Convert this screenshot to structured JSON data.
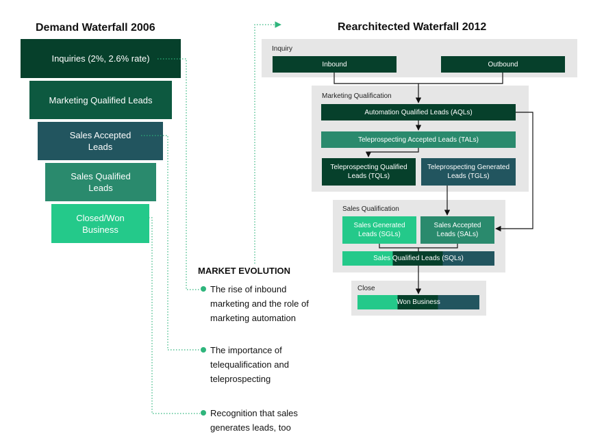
{
  "left": {
    "title": "Demand Waterfall 2006",
    "stages": [
      {
        "label": "Inquiries (2%, 2.6% rate)"
      },
      {
        "label": "Marketing Qualified Leads"
      },
      {
        "label": "Sales Accepted Leads"
      },
      {
        "label": "Sales Qualified Leads"
      },
      {
        "label": "Closed/Won Business"
      }
    ]
  },
  "right": {
    "title": "Rearchitected Waterfall 2012",
    "panels": {
      "inquiry": "Inquiry",
      "marketing": "Marketing Qualification",
      "sales": "Sales Qualification",
      "close": "Close"
    },
    "nodes": {
      "inbound": "Inbound",
      "outbound": "Outbound",
      "aql": "Automation Qualified Leads (AQLs)",
      "tal": "Teleprospecting Accepted Leads (TALs)",
      "tql": "Teleprospecting Qualified Leads (TQLs)",
      "tgl": "Teleprospecting Generated Leads (TGLs)",
      "sgl": "Sales Generated Leads (SGLs)",
      "sal": "Sales Accepted Leads (SALs)",
      "sql": "Sales Qualified Leads (SQLs)",
      "won": "Won Business"
    }
  },
  "evolution": {
    "title": "MARKET EVOLUTION",
    "items": [
      "The rise of inbound marketing and the role of marketing automation",
      "The importance of telequalification and teleprospecting",
      "Recognition that sales generates leads, too"
    ]
  },
  "colors": {
    "dark_green": "#06402b",
    "forest": "#0d5940",
    "slate": "#22555f",
    "teal": "#2a8a6d",
    "bright_green": "#24c98a",
    "panel_gray": "#e6e6e6",
    "dotted": "#2fb57c"
  }
}
